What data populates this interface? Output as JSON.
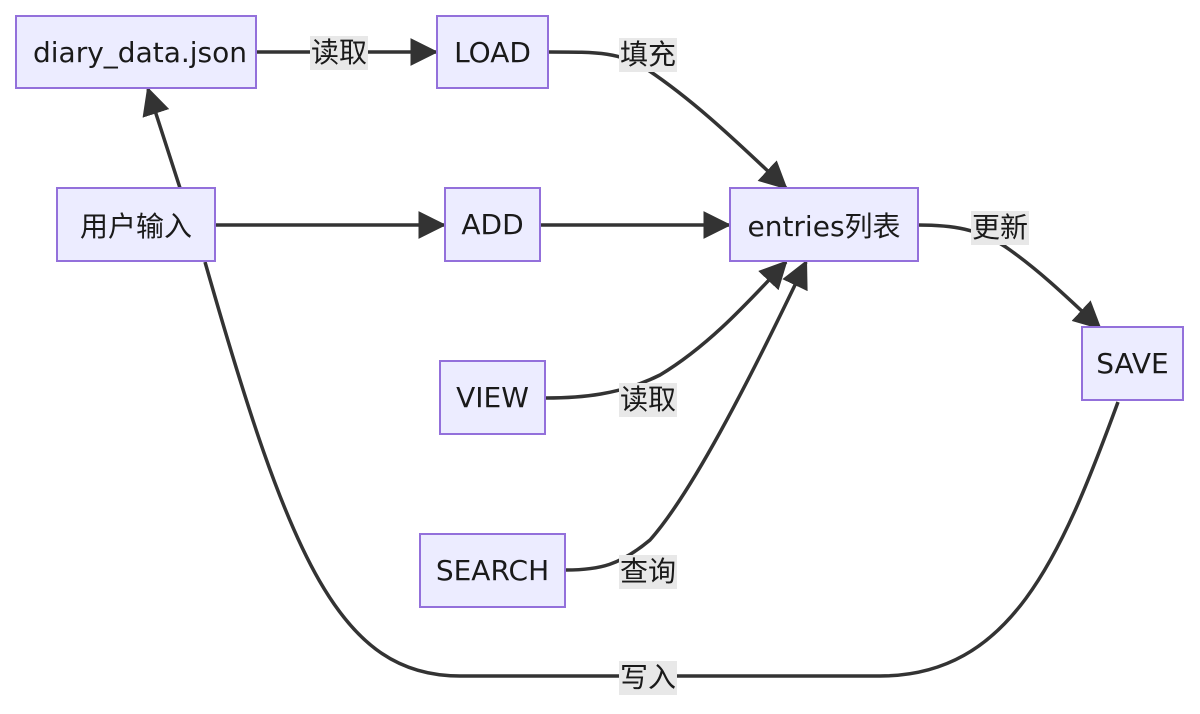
{
  "nodes": {
    "diary_data": "diary_data.json",
    "load": "LOAD",
    "user_input": "用户输入",
    "add": "ADD",
    "entries": "entries列表",
    "view": "VIEW",
    "search": "SEARCH",
    "save": "SAVE"
  },
  "edges": {
    "diary_to_load": "读取",
    "load_to_entries": "填充",
    "entries_to_save": "更新",
    "view_to_entries": "读取",
    "search_to_entries": "查询",
    "save_to_diary": "写入"
  },
  "colors": {
    "node_fill": "#ececff",
    "node_border": "#9370db",
    "edge": "#333333",
    "label_bg": "#e8e8e8"
  }
}
